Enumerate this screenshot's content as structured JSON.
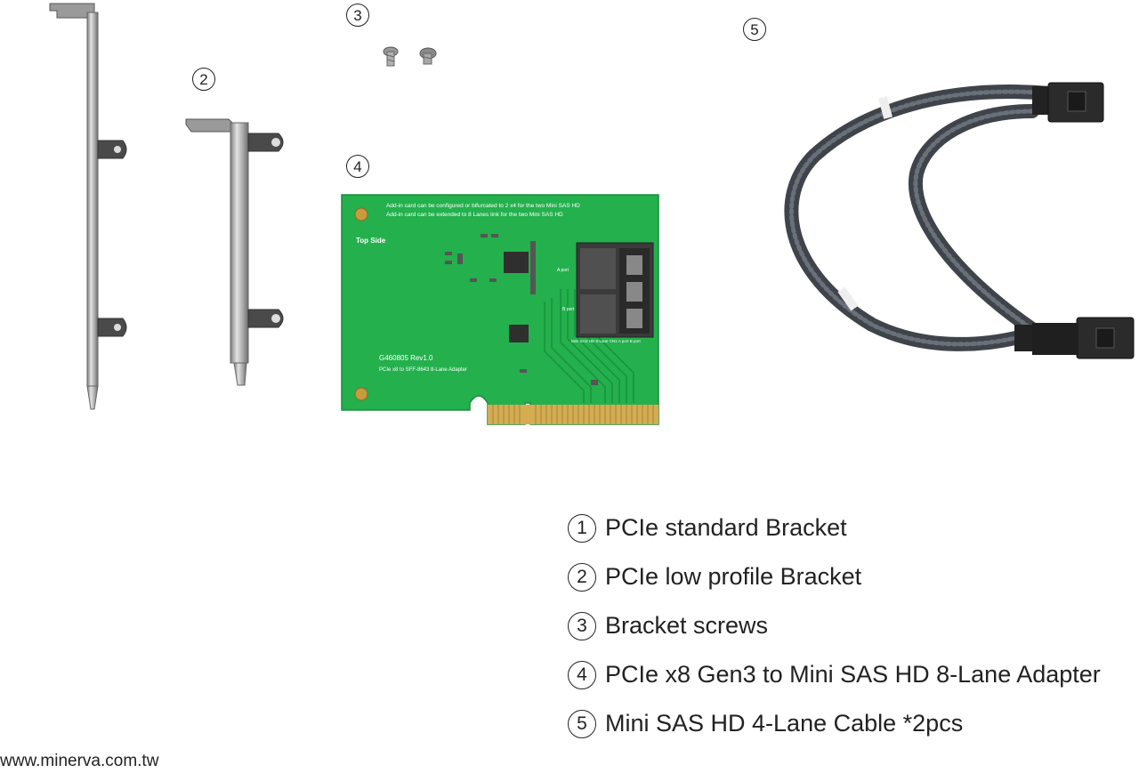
{
  "callouts": {
    "c1": "",
    "c2": "2",
    "c3": "3",
    "c4": "4",
    "c5": "5"
  },
  "board": {
    "note_line1": "Add-in card can be configured or bifurcated to 2 x4 for the two Mini SAS HD",
    "note_line2": "Add-in card can be extended to 8 Lanes link for the two Mini SAS HD",
    "top_side": "Top Side",
    "model": "G460805 Rev1.0",
    "desc": "PCIe x8 to SFF-8643 8-Lane Adapter",
    "port_a": "A port",
    "port_b": "B port",
    "cn_label": "Mini SAS HD 8-Lane CN1 A port B port"
  },
  "legend": [
    {
      "num": "1",
      "text": "PCIe standard Bracket"
    },
    {
      "num": "2",
      "text": "PCIe low profile Bracket"
    },
    {
      "num": "3",
      "text": "Bracket screws"
    },
    {
      "num": "4",
      "text": "PCIe x8 Gen3 to Mini SAS HD 8-Lane Adapter"
    },
    {
      "num": "5",
      "text": "Mini SAS HD 4-Lane Cable *2pcs"
    }
  ],
  "footer": {
    "url": "www.minerva.com.tw"
  },
  "colors": {
    "pcb": "#22b14c",
    "metal": "#b5b5b5",
    "cable": "#4a4f57",
    "gold": "#c9a24a"
  }
}
